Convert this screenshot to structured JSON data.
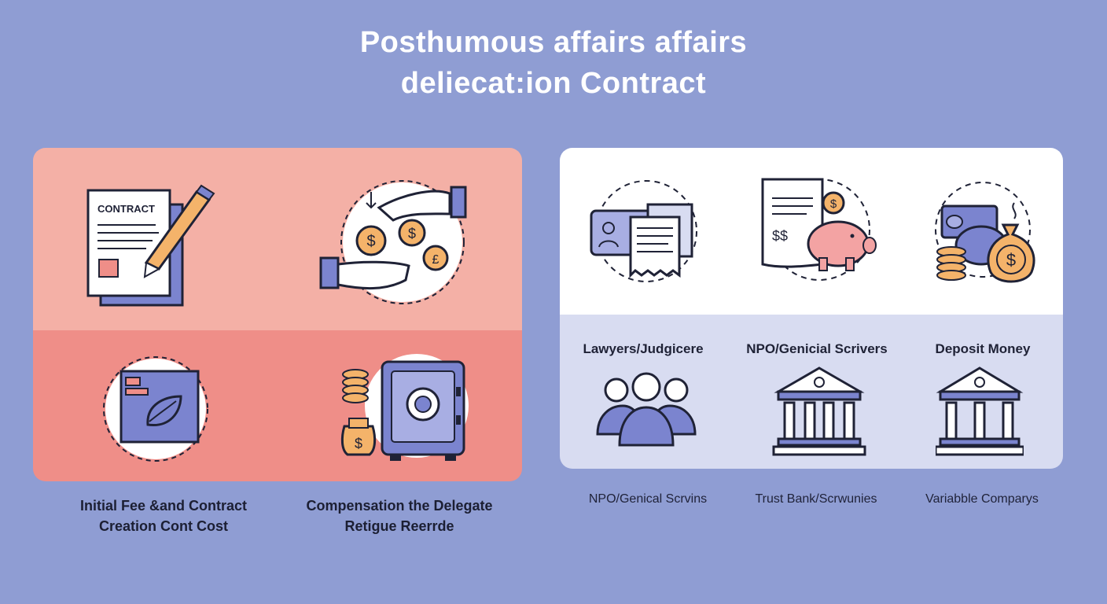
{
  "title": {
    "line1": "Posthumous affairs affairs",
    "line2": "deliecat:ion Contract"
  },
  "left_panel": {
    "contract_icon_text": "CONTRACT",
    "caption_1": {
      "line1": "Initial Fee &and Contract",
      "line2": "Creation Cont Cost"
    },
    "caption_2": {
      "line1": "Compensation the Delegate",
      "line2": "Retigue Reerrde"
    }
  },
  "right_panel": {
    "column_headers": [
      "Lawyers/Judgicere",
      "NPO/Genicial Scrivers",
      "Deposit Money"
    ],
    "bottom_labels": [
      "NPO/Genical Scrvins",
      "Trust Bank/Scrwunies",
      "Variabble Comparys"
    ]
  },
  "colors": {
    "background": "#8f9dd3",
    "left_top": "#f4b0a6",
    "left_bottom": "#ef8e88",
    "accent_purple": "#7b84cf",
    "coin_orange": "#f4b36a",
    "piggy_pink": "#f3a3a3"
  },
  "icons": [
    "contract-document-icon",
    "pen-icon",
    "hands-coins-icon",
    "document-leaf-icon",
    "coin-bag-icon",
    "safe-icon",
    "id-card-receipt-icon",
    "receipt-piggy-bank-icon",
    "cash-coins-money-bag-icon",
    "people-group-icon",
    "bank-building-icon",
    "bank-building-icon"
  ]
}
